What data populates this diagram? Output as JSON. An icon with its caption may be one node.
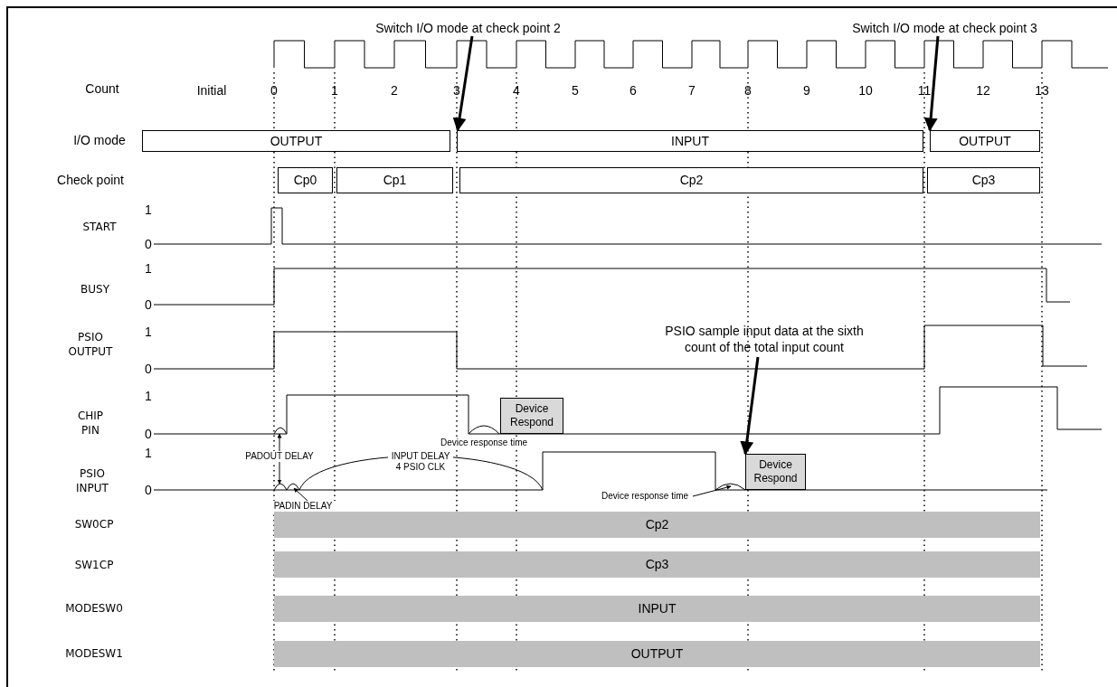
{
  "diagram": {
    "nodes": [
      {
        "text": [
          "Switch I/O mode at check point 2"
        ]
      },
      {
        "text": [
          "Switch I/O mode at check point 3"
        ]
      },
      {
        "text": [
          "OUTPUT"
        ]
      },
      {
        "text": [
          "INPUT"
        ]
      },
      {
        "text": [
          "OUTPUT"
        ]
      },
      {
        "text": [
          "Cp0"
        ]
      },
      {
        "text": [
          "Cp1"
        ]
      },
      {
        "text": [
          "Cp2"
        ]
      },
      {
        "text": [
          "Cp3"
        ]
      },
      {
        "text": [
          "PSIO sample input data at the sixth count of the total input count"
        ]
      },
      {
        "text": [
          "Device Respond"
        ]
      },
      {
        "text": [
          "PADOUT DELAY"
        ]
      },
      {
        "text": [
          "Device Respond"
        ]
      },
      {
        "text": [
          "Device response time"
        ]
      },
      {
        "text": [
          "PADIN DELAY"
        ]
      },
      {
        "text": [
          "Cp2"
        ]
      },
      {
        "text": [
          "Cp3"
        ]
      },
      {
        "text": [
          "INPUT"
        ]
      },
      {
        "text": [
          "OUTPUT"
        ]
      },
      {
        "text": [],
        "shape": "arc"
      },
      {
        "text": [],
        "shape": "arc"
      },
      {
        "text": [],
        "shape": "arc"
      },
      {
        "text": [],
        "shape": "arc"
      }
    ],
    "edges": [
      {
        "from": 0,
        "to": 3,
        "arrow": "to",
        "style": "thick"
      },
      {
        "from": 1,
        "to": 4,
        "arrow": "to",
        "style": "thick"
      },
      {
        "from": 9,
        "to": 12,
        "arrow": "to",
        "style": "thick"
      },
      {
        "from": 11,
        "to": 19,
        "arrow": "to"
      },
      {
        "from": 11,
        "to": 20,
        "arrow": "to"
      },
      {
        "from": 13,
        "to": 22,
        "arrow": "to"
      },
      {
        "from": 14,
        "to": 21,
        "arrow": "to"
      }
    ],
    "labels": [
      "Count",
      "Initial",
      "0",
      "1",
      "2",
      "3",
      "4",
      "5",
      "6",
      "7",
      "8",
      "9",
      "10",
      "11",
      "12",
      "13",
      "I/O mode",
      "Check point",
      "START",
      "1",
      "0",
      "BUSY",
      "1",
      "0",
      "PSIO OUTPUT",
      "1",
      "0",
      "CHIP PIN",
      "1",
      "0",
      "Device response time",
      "PSIO INPUT",
      "1",
      "0",
      "INPUT DELAY 4 PSIO CLK",
      "SW0CP",
      "SW1CP",
      "MODESW0",
      "MODESW1"
    ]
  }
}
